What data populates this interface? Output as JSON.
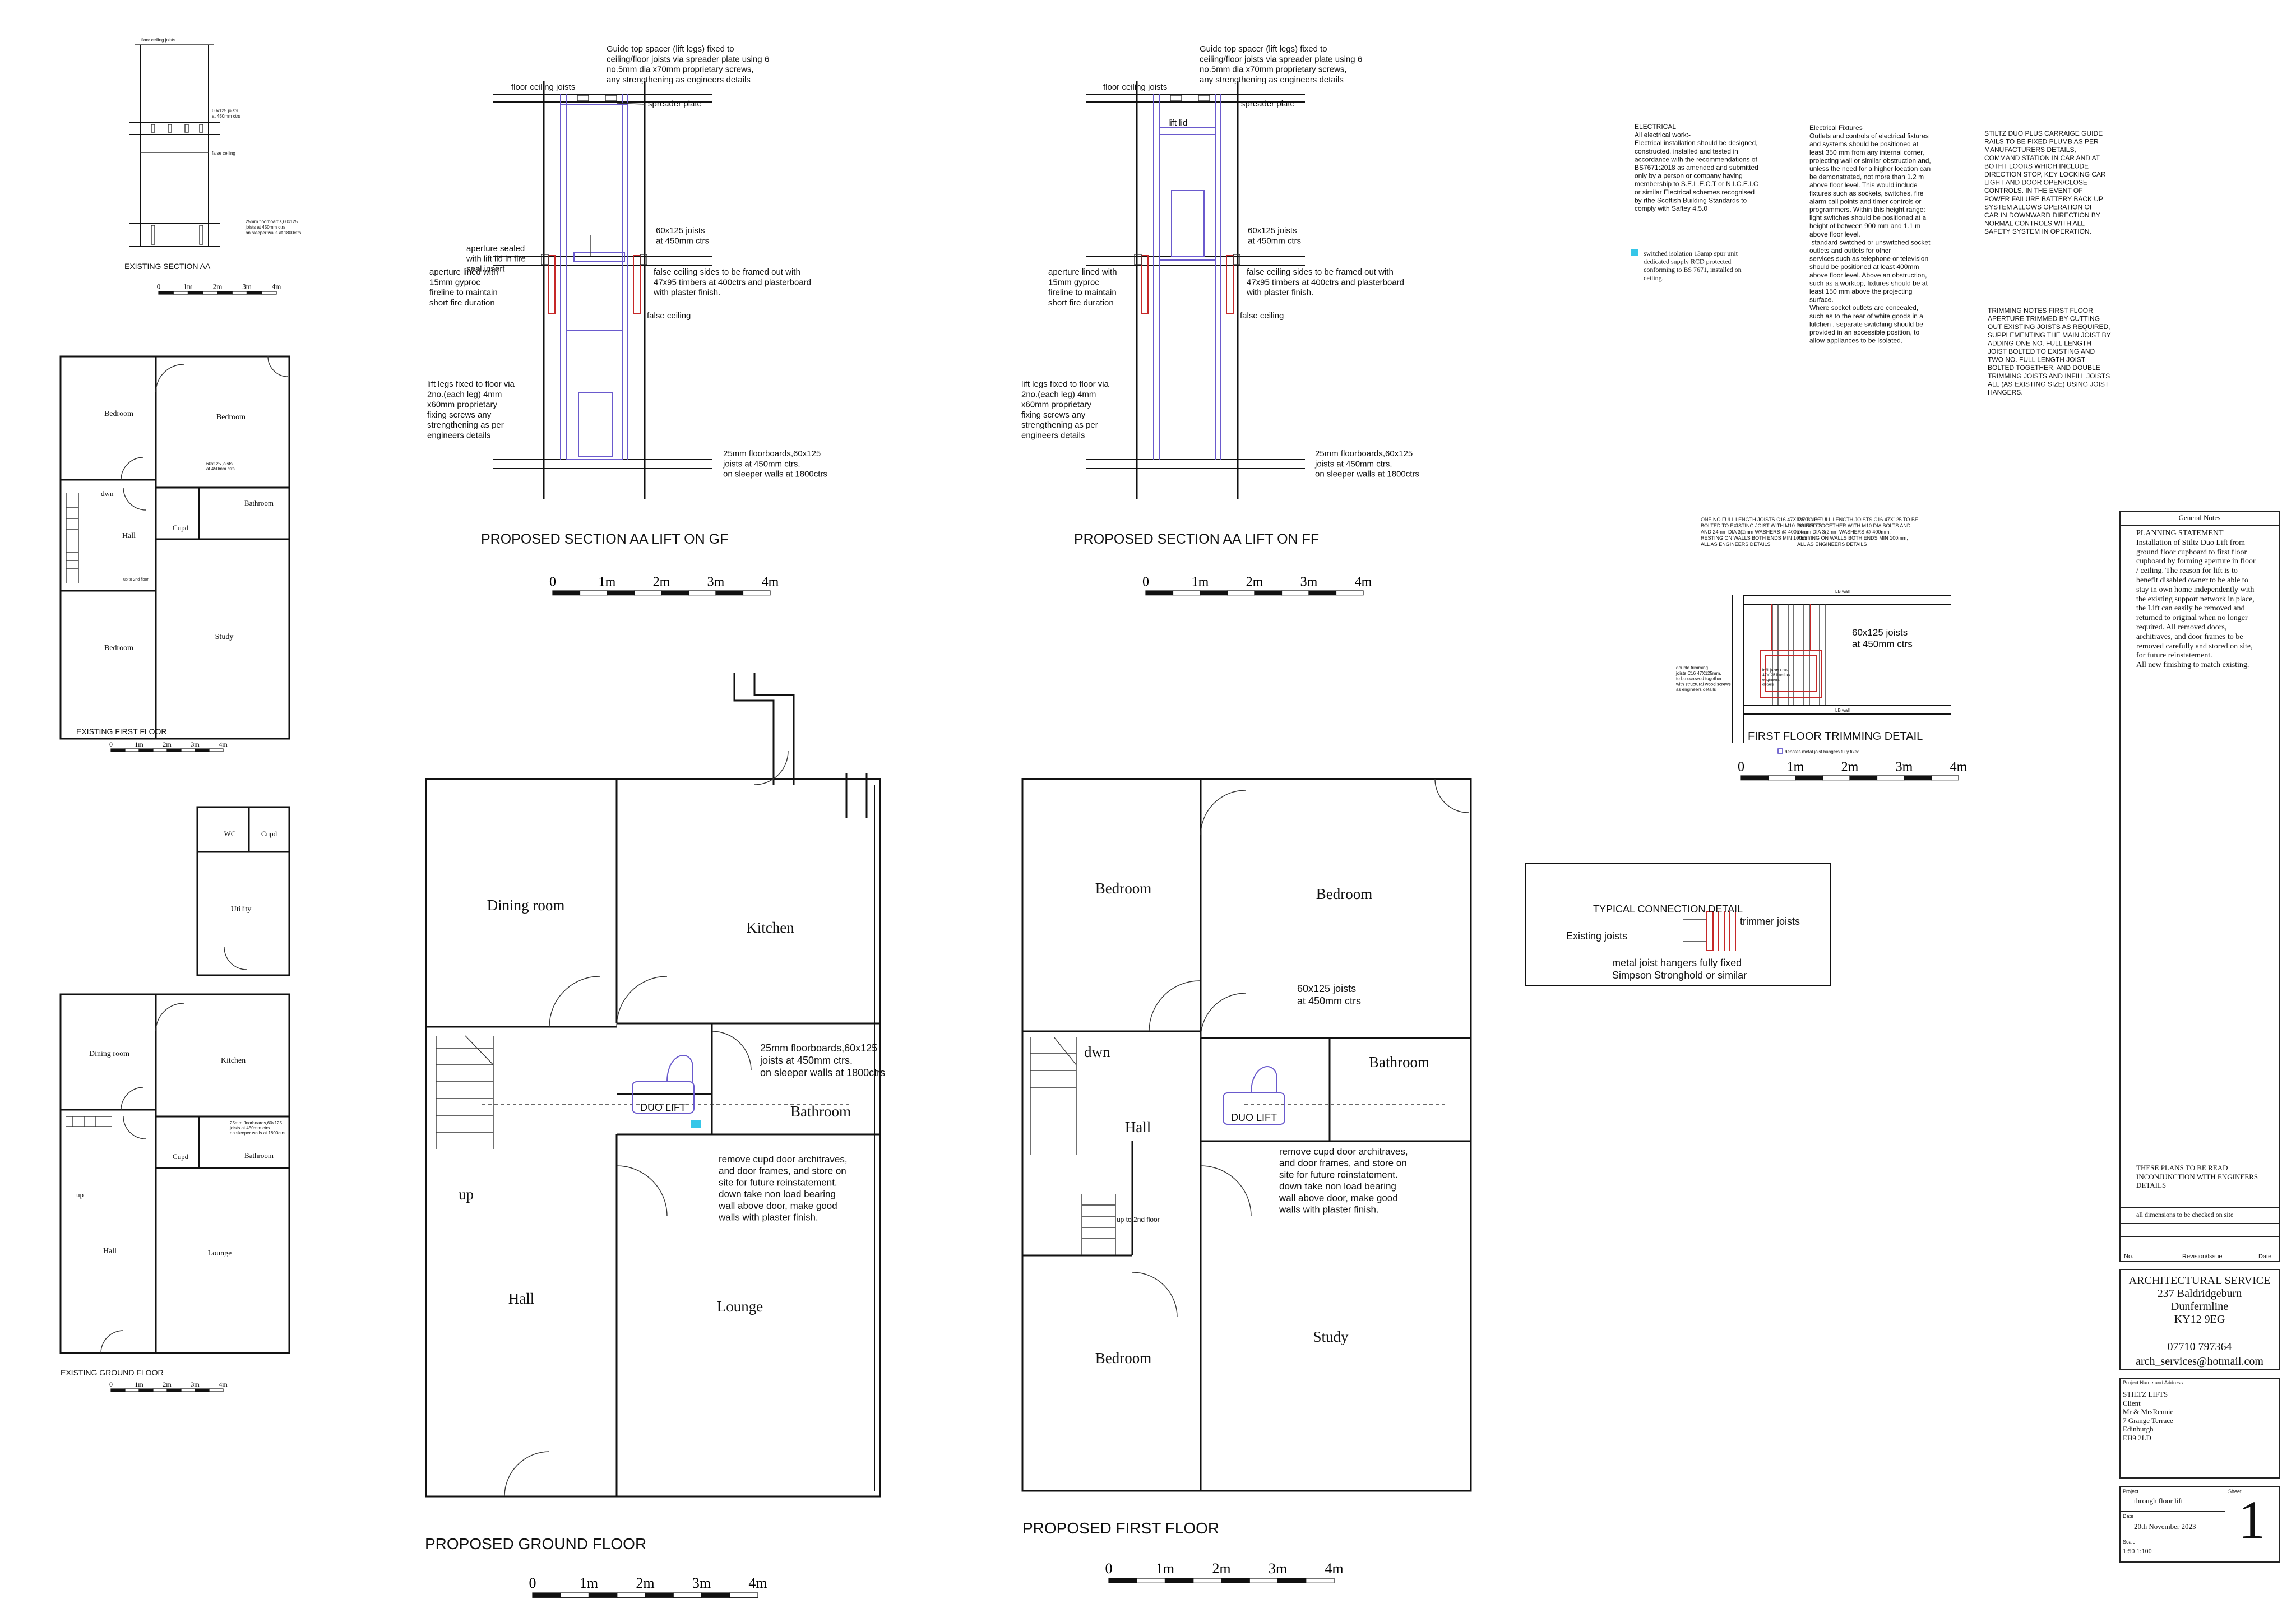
{
  "sections": {
    "existing_aa": {
      "title": "EXISTING SECTION AA",
      "label_top": "floor ceiling joists",
      "label_mid": "60x125 joists\nat 450mm ctrs",
      "label_false": "false ceiling",
      "label_bottom": "25mm floorboards,60x125\njoists at 450mm ctrs\non sleeper walls at 1800ctrs"
    },
    "gf": {
      "title": "PROPOSED SECTION AA LIFT ON GF",
      "guide": "Guide top spacer (lift legs) fixed to\nceiling/floor joists via spreader plate using 6\nno.5mm dia x70mm proprietary screws,\nany strengthening as engineers details",
      "floor_joists": "floor ceiling joists",
      "spreader": "spreader plate",
      "aperture_sealed": "aperture sealed\nwith lift lid in fire\nseal insert",
      "joists": "60x125 joists\nat 450mm ctrs",
      "aperture_lined": "aperture lined with\n15mm gyproc\nfireline to maintain\nshort fire duration",
      "false_sides": "false ceiling sides to be framed out with\n47x95 timbers at 400ctrs and plasterboard\nwith plaster finish.",
      "false_ceiling": "false ceiling",
      "legs": "lift legs fixed to floor  via\n2no.(each leg) 4mm\nx60mm proprietary\nfixing screws any\nstrengthening as per\nengineers details",
      "boards": "25mm floorboards,60x125\njoists at 450mm ctrs.\non sleeper walls at 1800ctrs"
    },
    "ff": {
      "title": "PROPOSED SECTION AA LIFT ON FF",
      "guide": "Guide top spacer (lift legs) fixed to\nceiling/floor joists via spreader plate using 6\nno.5mm dia x70mm proprietary screws,\nany strengthening as engineers details",
      "floor_joists": "floor ceiling joists",
      "spreader": "spreader plate",
      "lid": "lift lid",
      "joists": "60x125 joists\nat 450mm ctrs",
      "aperture_lined": "aperture lined with\n15mm gyproc\nfireline to maintain\nshort fire duration",
      "false_sides": "false ceiling sides to be framed out with\n47x95 timbers at 400ctrs and plasterboard\nwith plaster finish.",
      "false_ceiling": "false ceiling",
      "legs": "lift legs fixed to floor  via\n2no.(each leg) 4mm\nx60mm proprietary\nfixing screws any\nstrengthening as per\nengineers details",
      "boards": "25mm floorboards,60x125\njoists at 450mm ctrs.\non sleeper walls at 1800ctrs"
    }
  },
  "scale_labels": [
    "0",
    "1m",
    "2m",
    "3m",
    "4m"
  ],
  "existing_first": {
    "title": "EXISTING FIRST FLOOR",
    "rooms": [
      "Bedroom",
      "Bedroom",
      "Bathroom",
      "Cupd",
      "Hall",
      "Bedroom",
      "Study"
    ],
    "dwn": "dwn",
    "note": "60x125 joists\nat 450mm ctrs",
    "stair_note": "up to 2nd floor"
  },
  "existing_ground": {
    "title": "EXISTING GROUND FLOOR",
    "rooms": [
      "WC",
      "Cupd",
      "Utility",
      "Dining room",
      "Kitchen",
      "Cupd",
      "Bathroom",
      "Hall",
      "Lounge"
    ],
    "up": "up",
    "note": "25mm floorboards,60x125\njoists at 450mm ctrs\non sleeper walls at 1800ctrs"
  },
  "proposed_ground": {
    "title": "PROPOSED GROUND FLOOR",
    "rooms": {
      "dining": "Dining room",
      "kitchen": "Kitchen",
      "bathroom": "Bathroom",
      "hall": "Hall",
      "lounge": "Lounge"
    },
    "up": "up",
    "lift": "DUO LIFT",
    "boards": "25mm floorboards,60x125\njoists at 450mm ctrs.\non sleeper walls at 1800ctrs",
    "note": "remove cupd door architraves,\nand door frames, and store on\nsite for future reinstatement.\ndown take non load bearing\nwall above door, make good\nwalls with plaster finish."
  },
  "proposed_first": {
    "title": "PROPOSED FIRST FLOOR",
    "rooms": {
      "bed1": "Bedroom",
      "bed2": "Bedroom",
      "bathroom": "Bathroom",
      "hall": "Hall",
      "bed3": "Bedroom",
      "study": "Study"
    },
    "dwn": "dwn",
    "lift": "DUO LIFT",
    "joists": "60x125 joists\nat 450mm ctrs",
    "stair_note": "up to 2nd floor",
    "note": "remove cupd door architraves,\nand door frames, and store on\nsite for future reinstatement.\ndown take non load bearing\nwall above door, make good\nwalls with plaster finish."
  },
  "trimming_detail": {
    "title": "FIRST FLOOR TRIMMING DETAIL",
    "left_note": "ONE NO FULL LENGTH JOISTS C16 47X125 TO BE\nBOLTED TO EXISTING JOIST WITH M10 DIA BOLTS\nAND 24mm DIA 3(2mm WASHERS @ 400mm,\nRESTING ON WALLS BOTH ENDS MIN 100mm,\nALL AS ENGINEERS DETAILS",
    "right_note": "TWO NO FULL LENGTH JOISTS C16 47X125 TO BE\nBOLTED TOGETHER  WITH M10 DIA BOLTS AND\n24mm DIA 3(2mm WASHERS @ 400mm,\nRESTING ON WALLS BOTH ENDS MIN 100mm,\nALL AS ENGINEERS DETAILS",
    "joists": "60x125 joists\nat 450mm ctrs",
    "trimming": "double trimming\njoists C16 47X125mm,\nto be screwed together\nwith structural wood screws\nas engineers details",
    "posts": "infill joists C16\n47x125 fixed as\nengineers\ndetails",
    "wall": "LB wall",
    "legend": "denotes metal joist hangers fully fixed"
  },
  "connection_detail": {
    "title": "TYPICAL CONNECTION DETAIL",
    "existing": "Existing joists",
    "trimmer": "trimmer joists",
    "hangers": "metal joist hangers fully fixed\nSimpson Stronghold or similar"
  },
  "notes": {
    "electrical": "ELECTRICAL\nAll electrical work:-\nElectrical installation should be designed,\nconstructed, installed and tested in\naccordance with the recommendations of\nBS7671:2018 as amended and submitted\nonly by a person or company having\nmembership to S.E.L.E.C.T or N.I.C.E.I.C\nor similar Electrical schemes recognised\nby rthe Scottish Building Standards to\ncomply with Saftey 4.5.0",
    "spur": "switched isolation 13amp  spur unit\ndedicated supply RCD protected\nconforming to BS 7671, installed on\nceiling.",
    "fixtures": "Electrical Fixtures\nOutlets and controls of electrical fixtures\nand systems should be positioned at\nleast 350 mm from any internal corner,\nprojecting wall or similar obstruction and,\nunless the need for a higher location can\nbe demonstrated, not more than 1.2 m\nabove floor level. This would include\nfixtures such as sockets, switches, fire\nalarm call points and timer controls or\nprogrammers. Within this height range:\nlight switches should be positioned at a\nheight of between 900 mm and 1.1 m\nabove floor level.\n standard switched or unswitched socket\noutlets and outlets for other\nservices such as telephone or television\nshould be positioned at least 400mm\nabove floor level. Above an obstruction,\nsuch as a worktop, fixtures should be at\nleast 150 mm above the projecting\nsurface.\nWhere socket outlets are concealed,\nsuch as to the rear of white goods in a\nkitchen , separate switching should be\nprovided in an accessible position, to\nallow appliances to be isolated.",
    "stiltz": "STILTZ DUO PLUS CARRAIGE GUIDE\nRAILS TO BE FIXED PLUMB AS PER\nMANUFACTURERS DETAILS,\nCOMMAND STATION IN CAR AND AT\nBOTH FLOORS WHICH INCLUDE\nDIRECTION STOP, KEY LOCKING CAR\nLIGHT AND DOOR OPEN/CLOSE\nCONTROLS. IN THE EVENT OF\nPOWER FAILURE BATTERY BACK UP\nSYSTEM ALLOWS OPERATION OF\nCAR IN DOWNWARD DIRECTION BY\nNORMAL CONTROLS WITH ALL\nSAFETY SYSTEM IN OPERATION.",
    "trimming": "TRIMMING NOTES FIRST FLOOR\nAPERTURE TRIMMED BY CUTTING\nOUT EXISTING JOISTS AS REQUIRED,\nSUPPLEMENTING THE MAIN JOIST BY\nADDING ONE  NO. FULL LENGTH\nJOIST BOLTED TO EXISTING AND\nTWO NO. FULL LENGTH JOIST\nBOLTED TOGETHER, AND  DOUBLE\nTRIMMING JOISTS AND INFILL JOISTS\nALL (AS EXISTING SIZE) USING JOIST\nHANGERS."
  },
  "title_block": {
    "general_notes": "General Notes",
    "planning": "PLANNING STATEMENT\nInstallation of Stiltz Duo Lift from\nground floor cupboard to first floor\ncupboard  by forming aperture in floor\n/ ceiling. The reason for lift is to\nbenefit disabled owner to be able to\nstay in own home independently with\nthe existing support network in place,\nthe Lift can easily be removed and\nreturned to original when no longer\nrequired. All removed doors,\narchitraves, and door frames to be\nremoved carefully and stored on site,\nfor future reinstatement.\nAll new finishing to match existing.",
    "read_with": "THESE PLANS TO BE READ\nINCONJUNCTION WITH ENGINEERS\nDETAILS",
    "dims": "all dimensions to be checked on site",
    "rev_no": "No.",
    "rev_issue": "Revision/Issue",
    "rev_date": "Date",
    "practice": "ARCHITECTURAL SERVICE\n237 Baldridgeburn\nDunfermline\nKY12 9EG",
    "phone": "07710 797364",
    "email": "arch_services@hotmail.com",
    "project_label": "Project Name and Address",
    "project": "STILTZ LIFTS\nClient\nMr & MrsRennie\n7 Grange Terrace\nEdinburgh\nEH9 2LD",
    "proj_label": "Project",
    "proj_value": "through floor lift",
    "sheet_label": "Sheet",
    "sheet": "1",
    "date_label": "Date",
    "date": "20th November 2023",
    "scale_label": "Scale",
    "scale": "1:50 1:100"
  }
}
